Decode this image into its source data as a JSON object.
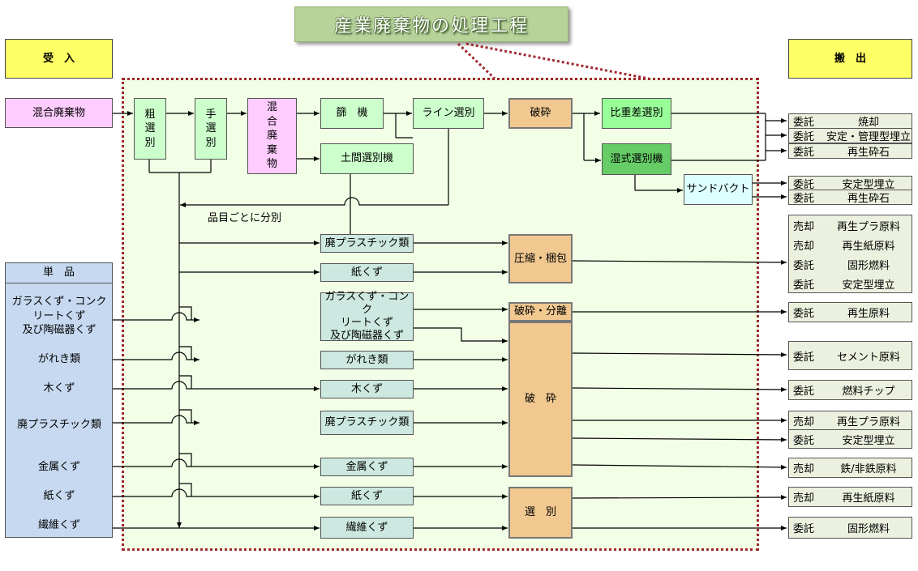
{
  "title": "産業廃棄物の処理工程",
  "header": {
    "receive": "受　入",
    "ship": "搬　出",
    "single": "単　品"
  },
  "mixed_input": "混合廃棄物",
  "process": {
    "coarse": [
      "粗",
      "選",
      "別"
    ],
    "hand": [
      "手",
      "選",
      "別"
    ],
    "mixed": [
      "混",
      "合",
      "廃",
      "棄",
      "物"
    ],
    "sieve": "篩　機",
    "soil_sorter": "土間選別機",
    "line_sort": "ライン選別",
    "crush": "破砕",
    "gravity": "比重差選別",
    "wet": "湿式選別機",
    "sandback": "サンドバクト",
    "per_item": "品目ごとに分別",
    "compress": "圧縮・梱包",
    "crush_separate": "破砕・分離",
    "crush2": "破　砕",
    "sort": "選　別"
  },
  "sorted": [
    "廃プラスチック類",
    "紙くず",
    "ガラスくず・コンク\nリートくず\n及び陶磁器くず",
    "がれき類",
    "木くず",
    "廃プラスチック類",
    "金属くず",
    "紙くず",
    "繊維くず"
  ],
  "single_items": [
    "ガラスくず・コンク\nリートくず\n及び陶磁器くず",
    "がれき類",
    "木くず",
    "廃プラスチック類",
    "金属くず",
    "紙くず",
    "繊維くず"
  ],
  "outputs": {
    "o1": [
      "委託",
      "焼却"
    ],
    "o2": [
      "委託",
      "安定・管理型埋立"
    ],
    "o3": [
      "委託",
      "再生砕石"
    ],
    "o4": [
      "委託",
      "安定型埋立"
    ],
    "o5": [
      "委託",
      "再生砕石"
    ],
    "multi": [
      [
        "売却",
        "再生プラ原料"
      ],
      [
        "売却",
        "再生紙原料"
      ],
      [
        "委託",
        "固形燃料"
      ],
      [
        "委託",
        "安定型埋立"
      ]
    ],
    "o6": [
      "委託",
      "再生原料"
    ],
    "o7": [
      "委託",
      "セメント原料"
    ],
    "o8": [
      "委託",
      "燃料チップ"
    ],
    "o9a": [
      "売却",
      "再生プラ原料"
    ],
    "o9b": [
      "委託",
      "安定型埋立"
    ],
    "o10": [
      "売却",
      "鉄/非鉄原料"
    ],
    "o11": [
      "売却",
      "再生紙原料"
    ],
    "o12": [
      "委託",
      "固形燃料"
    ]
  }
}
